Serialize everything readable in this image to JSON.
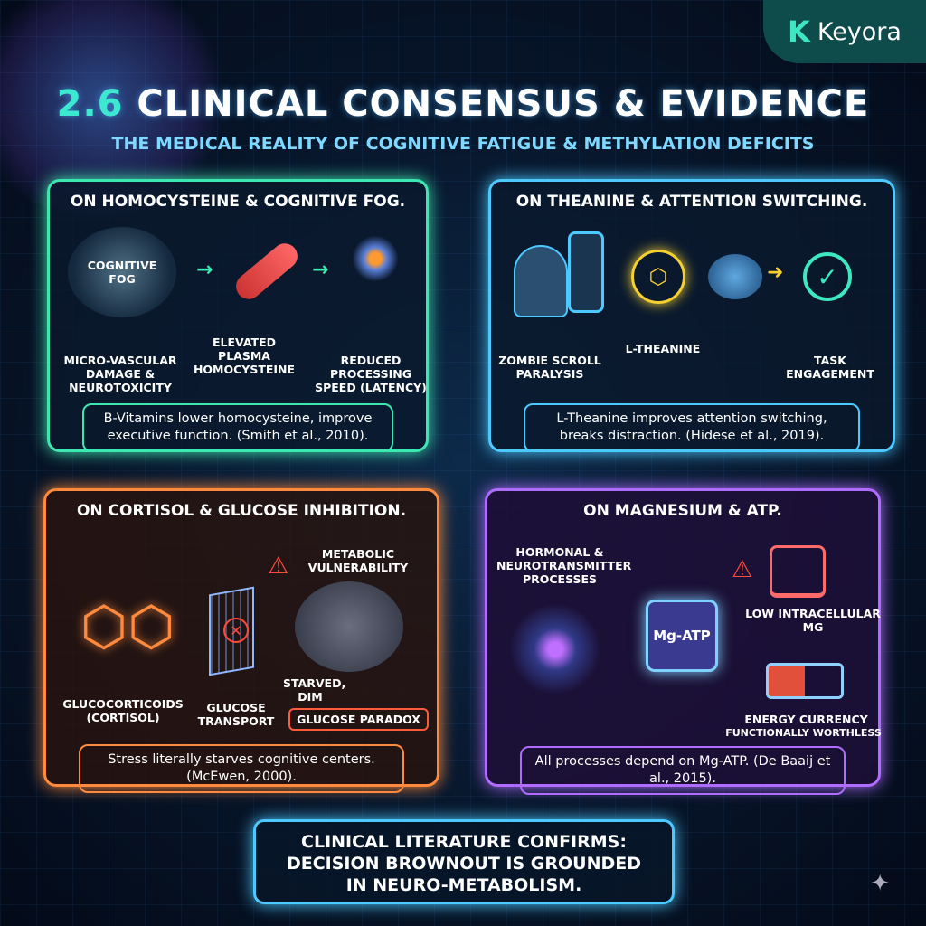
{
  "brand": {
    "name": "Keyora",
    "mark": "K"
  },
  "header": {
    "number": "2.6",
    "title": "CLINICAL CONSENSUS & EVIDENCE",
    "subtitle": "THE MEDICAL REALITY OF COGNITIVE FATIGUE & METHYLATION DEFICITS"
  },
  "colors": {
    "green": "#3de8b0",
    "blue": "#4cc9ff",
    "orange": "#ff8a3d",
    "purple": "#b06cff"
  },
  "panels": {
    "homocysteine": {
      "title": "ON HOMOCYSTEINE & COGNITIVE FOG.",
      "labels": {
        "fog": "COGNITIVE FOG",
        "plasma": "ELEVATED PLASMA HOMOCYSTEINE",
        "damage": "MICRO-VASCULAR DAMAGE & NEUROTOXICITY",
        "speed": "REDUCED PROCESSING SPEED (LATENCY)"
      },
      "caption": "B-Vitamins lower homocysteine, improve executive function. (Smith et al., 2010)."
    },
    "theanine": {
      "title": "ON THEANINE & ATTENTION SWITCHING.",
      "labels": {
        "zombie": "ZOMBIE SCROLL PARALYSIS",
        "theanine": "L-THEANINE",
        "task": "TASK ENGAGEMENT"
      },
      "caption": "L-Theanine improves attention switching, breaks distraction. (Hidese et al., 2019)."
    },
    "cortisol": {
      "title": "ON CORTISOL & GLUCOSE INHIBITION.",
      "labels": {
        "metabolic": "METABOLIC VULNERABILITY",
        "gluco": "GLUCOCORTICOIDS (CORTISOL)",
        "transport": "GLUCOSE TRANSPORT",
        "starved": "STARVED, DIM",
        "paradox": "GLUCOSE PARADOX"
      },
      "caption": "Stress literally starves cognitive centers. (McEwen, 2000)."
    },
    "magnesium": {
      "title": "ON MAGNESIUM & ATP.",
      "labels": {
        "hormonal": "HORMONAL & NEUROTRANSMITTER PROCESSES",
        "chip": "Mg-ATP",
        "low": "LOW INTRACELLULAR Mg",
        "energy": "ENERGY CURRENCY",
        "worthless": "FUNCTIONALLY WORTHLESS"
      },
      "caption": "All processes depend on Mg-ATP. (De Baaij et al., 2015)."
    }
  },
  "conclusion": {
    "line1": "CLINICAL LITERATURE CONFIRMS:",
    "line2": "DECISION BROWNOUT IS GROUNDED",
    "line3": "IN NEURO-METABOLISM."
  }
}
